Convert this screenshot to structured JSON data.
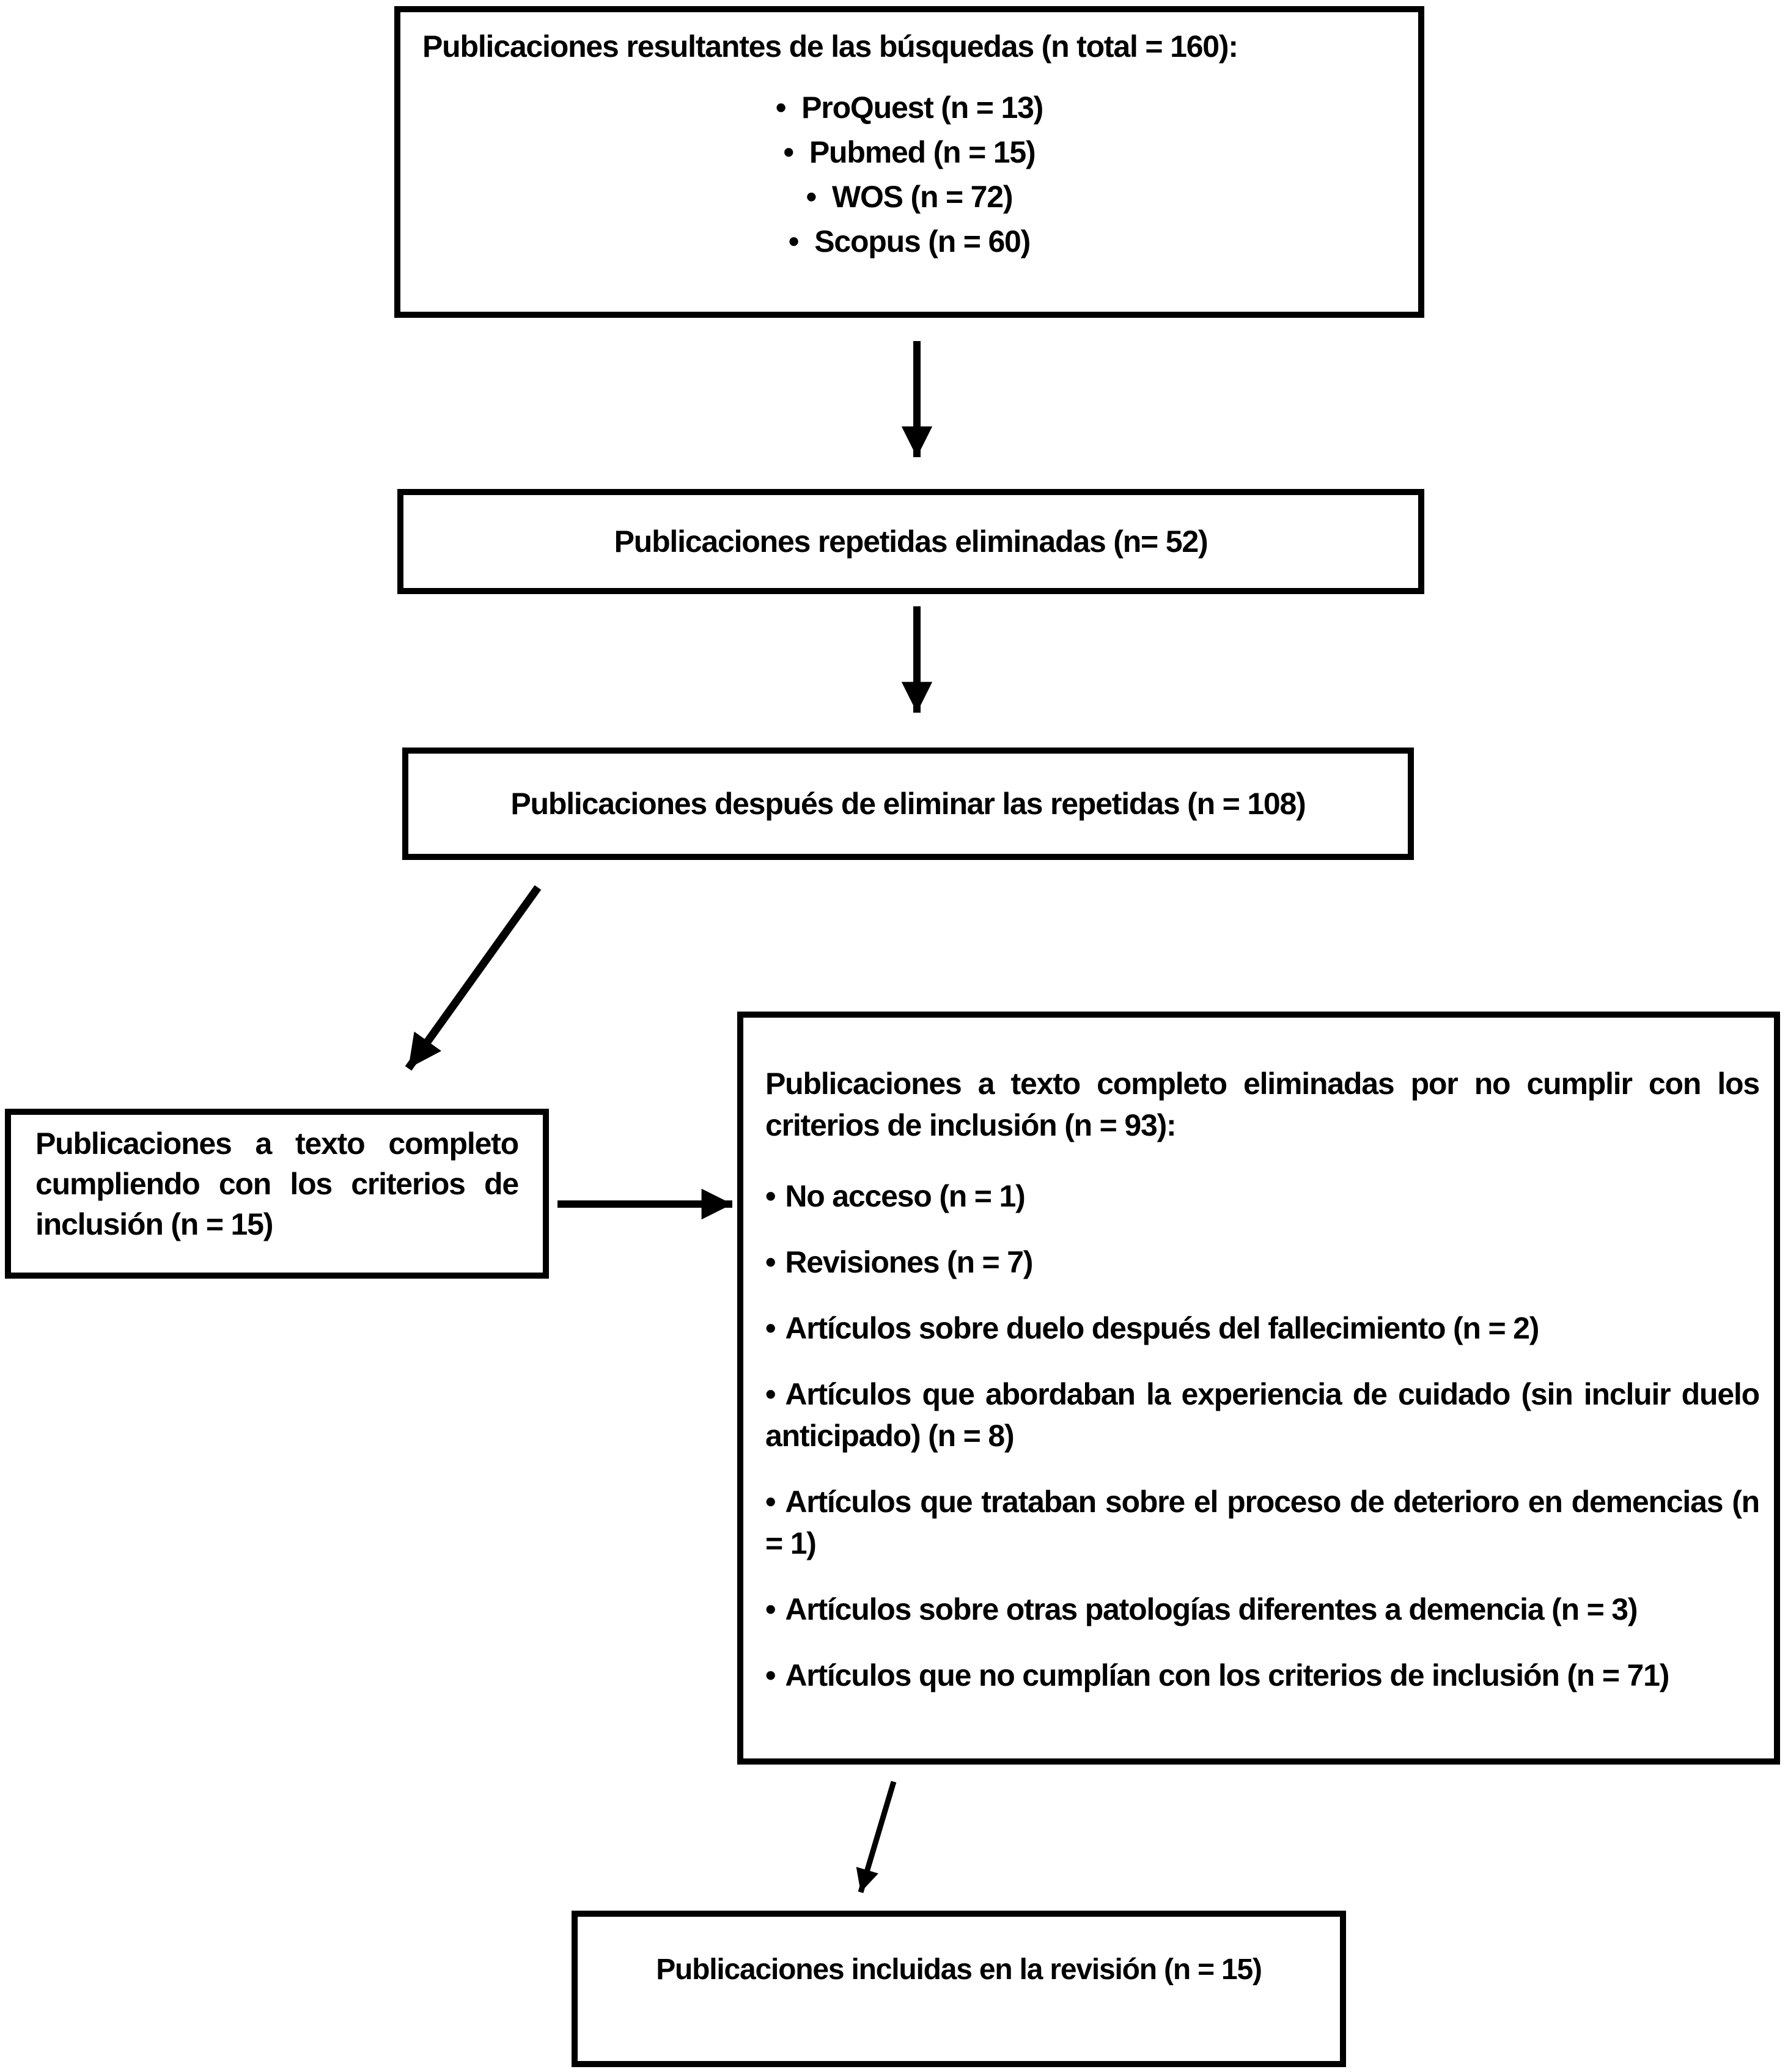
{
  "boxes": {
    "search_results": {
      "title": "Publicaciones resultantes de las búsquedas (n total = 160):",
      "items": [
        "ProQuest (n = 13)",
        "Pubmed (n = 15)",
        "WOS (n = 72)",
        "Scopus (n = 60)"
      ]
    },
    "duplicates_removed": {
      "label": "Publicaciones repetidas eliminadas (n= 52)"
    },
    "after_duplicates": {
      "label": "Publicaciones después de eliminar las repetidas (n = 108)"
    },
    "fulltext_included": {
      "label": "Publicaciones a texto completo cumpliendo con los criterios de inclusión (n = 15)"
    },
    "excluded": {
      "title": "Publicaciones a texto completo eliminadas por no cumplir con los criterios de inclusión (n = 93):",
      "items": [
        "No acceso (n = 1)",
        "Revisiones (n = 7)",
        "Artículos sobre duelo después del fallecimiento (n = 2)",
        "Artículos que abordaban la experiencia de cuidado (sin incluir duelo anticipado) (n = 8)",
        "Artículos que trataban sobre el proceso de deterioro en demencias (n = 1)",
        "Artículos sobre otras patologías diferentes a demencia (n = 3)",
        "Artículos que no cumplían con los criterios de inclusión (n = 71)"
      ]
    },
    "included_review": {
      "label": "Publicaciones incluidas en la revisión (n = 15)"
    }
  },
  "arrows": [
    {
      "name": "arrow-search-to-duplicates",
      "from": "box-search-results",
      "to": "box-duplicates-removed"
    },
    {
      "name": "arrow-duplicates-to-after",
      "from": "box-duplicates-removed",
      "to": "box-after-duplicates"
    },
    {
      "name": "arrow-after-to-fulltext",
      "from": "box-after-duplicates",
      "to": "box-fulltext-included"
    },
    {
      "name": "arrow-fulltext-to-excluded",
      "from": "box-fulltext-included",
      "to": "box-excluded"
    },
    {
      "name": "arrow-excluded-to-review",
      "from": "box-excluded",
      "to": "box-included-review"
    }
  ],
  "colors": {
    "text": "#000000",
    "border": "#000000",
    "background": "#ffffff"
  }
}
